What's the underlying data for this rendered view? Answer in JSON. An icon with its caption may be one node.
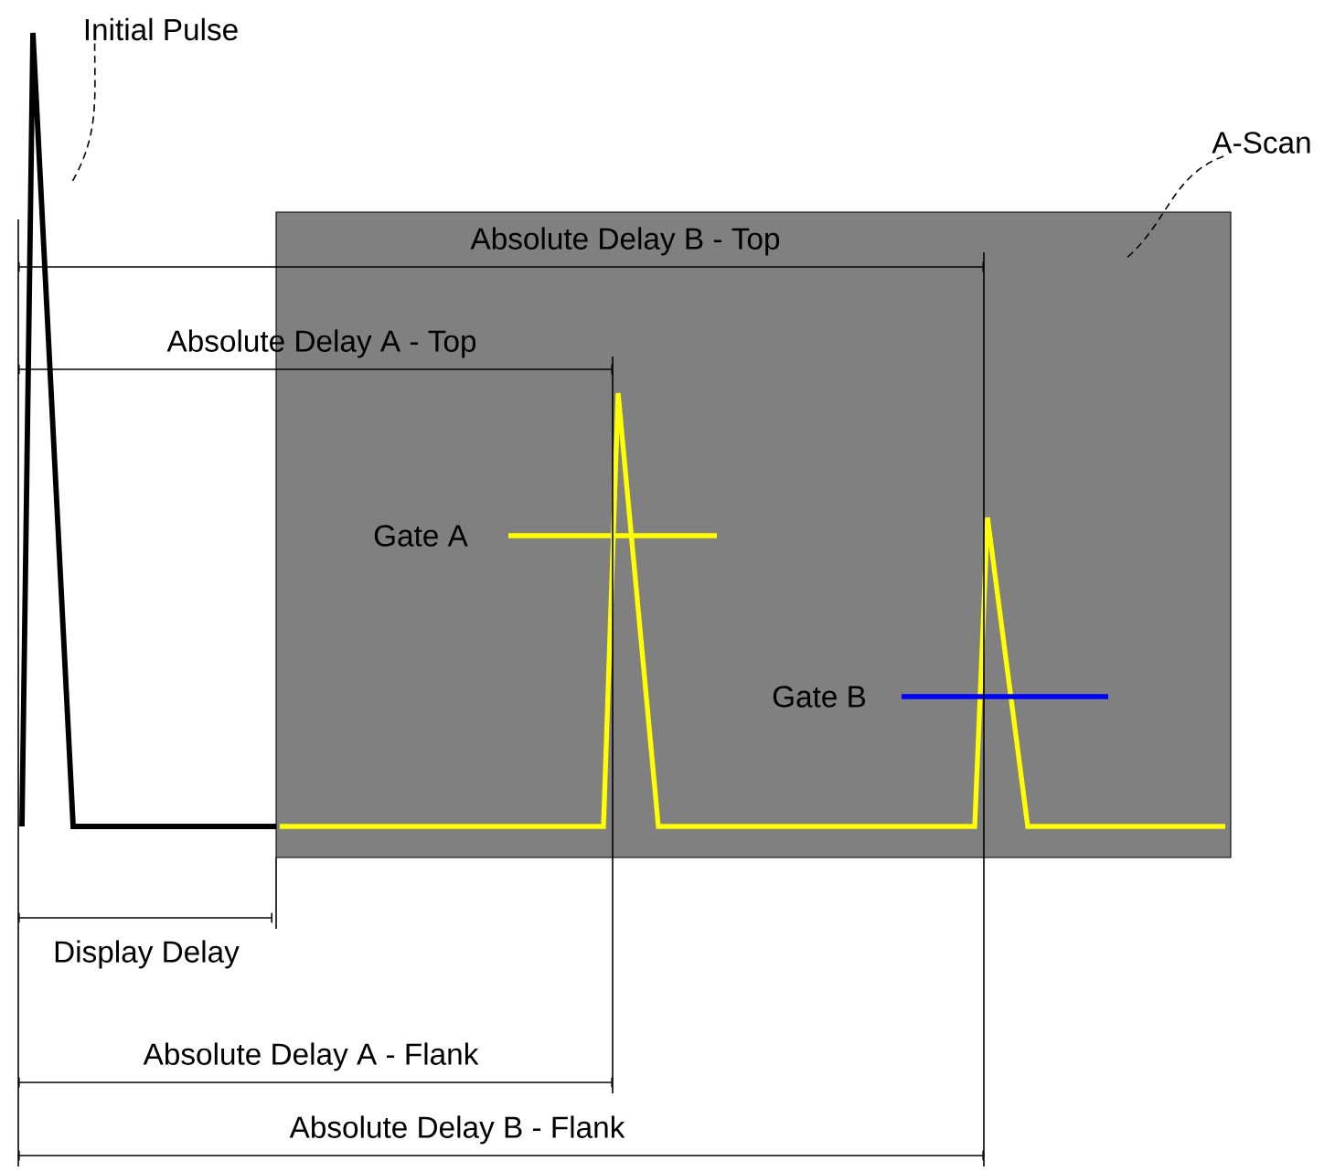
{
  "diagram": {
    "nodes": [
      {
        "text": [
          "Initial Pulse"
        ]
      },
      {
        "text": [],
        "shape": "picture"
      },
      {
        "text": [
          "A-Scan"
        ]
      },
      {
        "text": [],
        "shape": "box"
      }
    ],
    "edges": [
      {
        "from": 0,
        "to": 1,
        "arrow": "none",
        "style": "dashed"
      },
      {
        "from": 2,
        "to": 3,
        "arrow": "none",
        "style": "dashed"
      }
    ],
    "labels": [
      "Absolute Delay B - Top",
      "Absolute Delay A - Top",
      "Gate A",
      "Gate B",
      "Display Delay",
      "Absolute Delay A - Flank",
      "Absolute Delay B - Flank"
    ]
  }
}
